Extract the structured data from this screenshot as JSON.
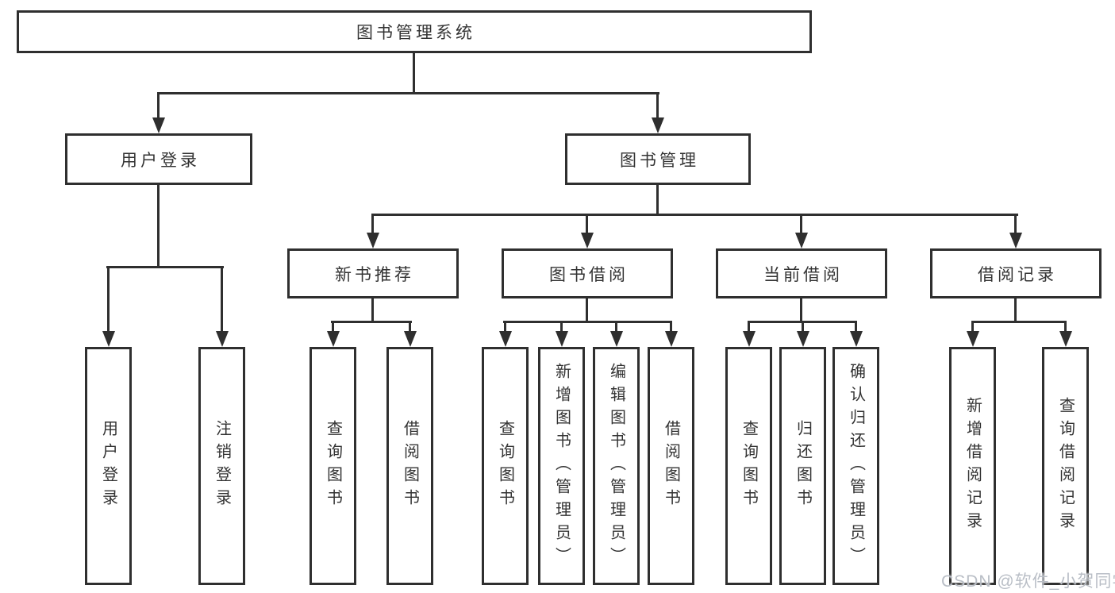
{
  "colors": {
    "line": "#2f2f2f",
    "box_border": "#2f2f2f",
    "text": "#333333",
    "background": "#ffffff",
    "watermark": "#b9bec6"
  },
  "nodes": {
    "root": {
      "label": "图书管理系统"
    },
    "user_login": {
      "label": "用户登录"
    },
    "book_mgmt": {
      "label": "图书管理"
    },
    "new_book": {
      "label": "新书推荐"
    },
    "book_borrow": {
      "label": "图书借阅"
    },
    "current_borrow": {
      "label": "当前借阅"
    },
    "borrow_record": {
      "label": "借阅记录"
    },
    "leaf_user_login": {
      "label": "用户登录"
    },
    "leaf_logout": {
      "label": "注销登录"
    },
    "leaf_nb_query": {
      "label": "查询图书"
    },
    "leaf_nb_borrow": {
      "label": "借阅图书"
    },
    "leaf_bb_query": {
      "label": "查询图书"
    },
    "leaf_bb_add": {
      "label": "新增图书（管理员）"
    },
    "leaf_bb_edit": {
      "label": "编辑图书（管理员）"
    },
    "leaf_bb_borrow": {
      "label": "借阅图书"
    },
    "leaf_cb_query": {
      "label": "查询图书"
    },
    "leaf_cb_return": {
      "label": "归还图书"
    },
    "leaf_cb_confirm": {
      "label": "确认归还（管理员）"
    },
    "leaf_br_add": {
      "label": "新增借阅记录"
    },
    "leaf_br_query": {
      "label": "查询借阅记录"
    }
  },
  "hierarchy": {
    "图书管理系统": {
      "用户登录": [
        "用户登录",
        "注销登录"
      ],
      "图书管理": {
        "新书推荐": [
          "查询图书",
          "借阅图书"
        ],
        "图书借阅": [
          "查询图书",
          "新增图书（管理员）",
          "编辑图书（管理员）",
          "借阅图书"
        ],
        "当前借阅": [
          "查询图书",
          "归还图书",
          "确认归还（管理员）"
        ],
        "借阅记录": [
          "新增借阅记录",
          "查询借阅记录"
        ]
      }
    }
  },
  "watermark": {
    "text": "CSDN @软件_小贺同学"
  }
}
